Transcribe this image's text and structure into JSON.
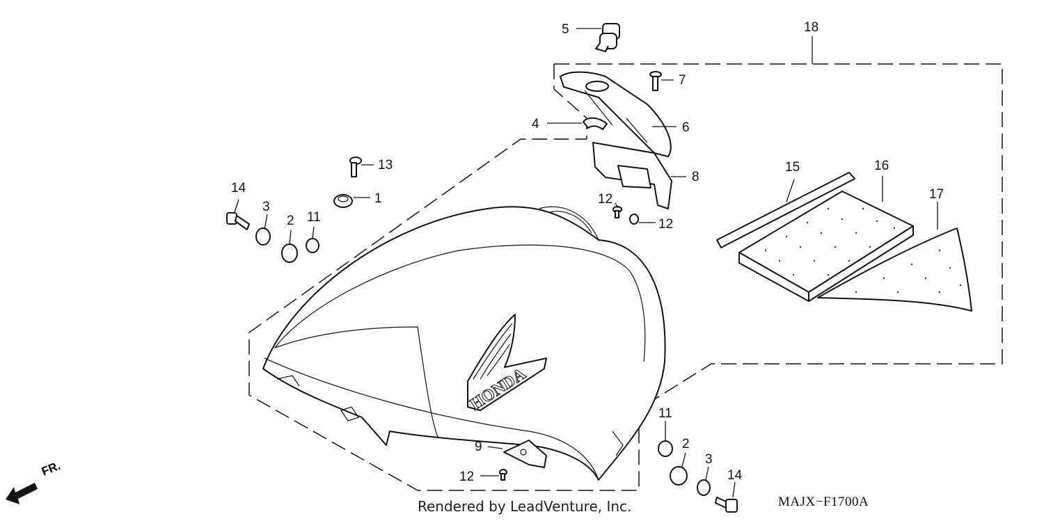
{
  "diagram": {
    "callouts": [
      {
        "id": "c5",
        "label": "5"
      },
      {
        "id": "c18",
        "label": "18"
      },
      {
        "id": "c7",
        "label": "7"
      },
      {
        "id": "c4",
        "label": "4"
      },
      {
        "id": "c6",
        "label": "6"
      },
      {
        "id": "c13",
        "label": "13"
      },
      {
        "id": "c8",
        "label": "8"
      },
      {
        "id": "c15",
        "label": "15"
      },
      {
        "id": "c16",
        "label": "16"
      },
      {
        "id": "c14a",
        "label": "14"
      },
      {
        "id": "c1",
        "label": "1"
      },
      {
        "id": "c17",
        "label": "17"
      },
      {
        "id": "c3a",
        "label": "3"
      },
      {
        "id": "c12a",
        "label": "12"
      },
      {
        "id": "c2a",
        "label": "2"
      },
      {
        "id": "c11a",
        "label": "11"
      },
      {
        "id": "c12b",
        "label": "12"
      },
      {
        "id": "c11b",
        "label": "11"
      },
      {
        "id": "c2b",
        "label": "2"
      },
      {
        "id": "c9",
        "label": "9"
      },
      {
        "id": "c3b",
        "label": "3"
      },
      {
        "id": "c12c",
        "label": "12"
      },
      {
        "id": "c14b",
        "label": "14"
      }
    ],
    "emblem_text": "HONDA",
    "direction_label": "FR.",
    "credit": "Rendered by LeadVenture, Inc.",
    "diagram_code": "MAJX−F1700A"
  }
}
